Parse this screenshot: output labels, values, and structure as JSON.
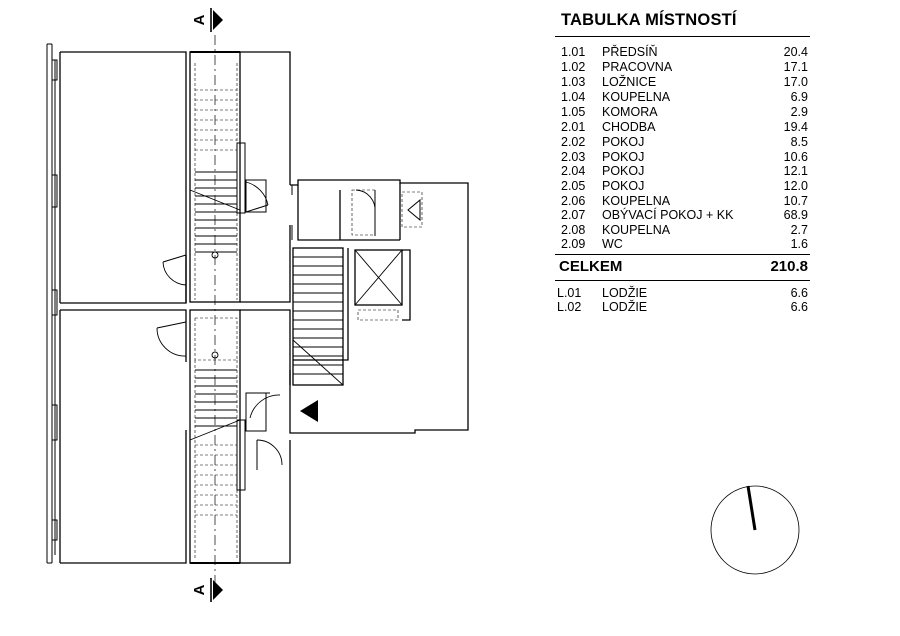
{
  "section_marks": [
    {
      "label": "A"
    },
    {
      "label": "A"
    }
  ],
  "room_table": {
    "title": "TABULKA MÍSTNOSTÍ",
    "rooms": [
      {
        "number": "1.01",
        "name": "PŘEDSÍŇ",
        "area": "20.4"
      },
      {
        "number": "1.02",
        "name": "PRACOVNA",
        "area": "17.1"
      },
      {
        "number": "1.03",
        "name": "LOŽNICE",
        "area": "17.0"
      },
      {
        "number": "1.04",
        "name": "KOUPELNA",
        "area": "6.9"
      },
      {
        "number": "1.05",
        "name": "KOMORA",
        "area": "2.9"
      },
      {
        "number": "2.01",
        "name": "CHODBA",
        "area": "19.4"
      },
      {
        "number": "2.02",
        "name": "POKOJ",
        "area": "8.5"
      },
      {
        "number": "2.03",
        "name": "POKOJ",
        "area": "10.6"
      },
      {
        "number": "2.04",
        "name": "POKOJ",
        "area": "12.1"
      },
      {
        "number": "2.05",
        "name": "POKOJ",
        "area": "12.0"
      },
      {
        "number": "2.06",
        "name": "KOUPELNA",
        "area": "10.7"
      },
      {
        "number": "2.07",
        "name": "OBÝVACÍ POKOJ + KK",
        "area": "68.9"
      },
      {
        "number": "2.08",
        "name": "KOUPELNA",
        "area": "2.7"
      },
      {
        "number": "2.09",
        "name": "WC",
        "area": "1.6"
      }
    ],
    "total_label": "CELKEM",
    "total_value": "210.8",
    "loggias": [
      {
        "number": "L.01",
        "name": "LODŽIE",
        "area": "6.6"
      },
      {
        "number": "L.02",
        "name": "LODŽIE",
        "area": "6.6"
      }
    ]
  }
}
